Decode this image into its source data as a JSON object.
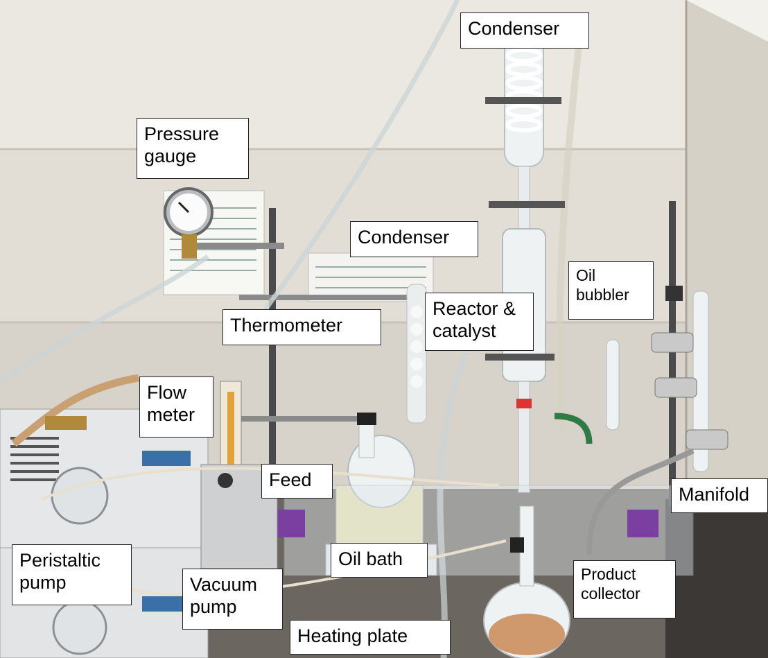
{
  "labels": {
    "condenser_top": "Condenser",
    "pressure_gauge": "Pressure\ngauge",
    "condenser_mid": "Condenser",
    "oil_bubbler": "Oil\nbubbler",
    "reactor_catalyst": "Reactor &\ncatalyst",
    "thermometer": "Thermometer",
    "flow_meter": "Flow\nmeter",
    "feed": "Feed",
    "manifold": "Manifold",
    "peristaltic_pump": "Peristaltic\npump",
    "oil_bath": "Oil bath",
    "product_collector": "Product\ncollector",
    "vacuum_pump": "Vacuum\npump",
    "heating_plate": "Heating plate"
  },
  "colors": {
    "wall": "#e4e0d8",
    "glass": "#eef2f3",
    "oil": "#e8e1b0",
    "product": "#c98a55",
    "brass": "#b08a3a",
    "tube": "#c9a071",
    "clamp_green": "#2f7a45",
    "tape_purple": "#7a3fa0"
  }
}
